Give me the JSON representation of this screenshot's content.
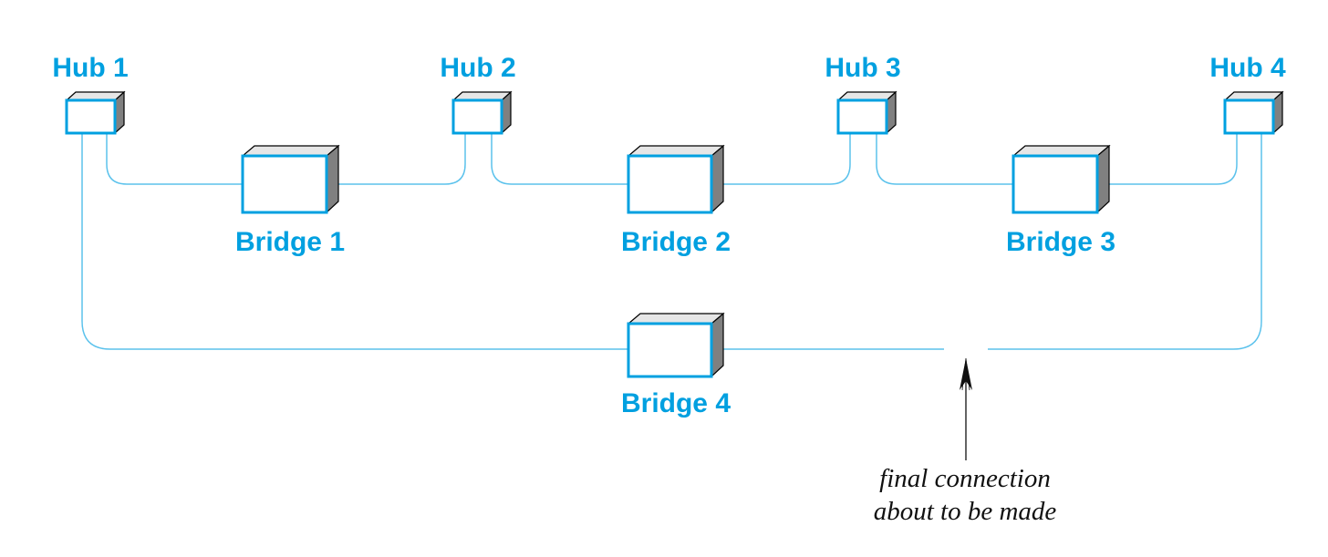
{
  "diagram": {
    "hubs": [
      {
        "label": "Hub 1"
      },
      {
        "label": "Hub 2"
      },
      {
        "label": "Hub 3"
      },
      {
        "label": "Hub 4"
      }
    ],
    "bridges": [
      {
        "label": "Bridge 1"
      },
      {
        "label": "Bridge 2"
      },
      {
        "label": "Bridge 3"
      },
      {
        "label": "Bridge 4"
      }
    ],
    "annotation": {
      "line1": "final connection",
      "line2": "about to be made"
    },
    "colors": {
      "accent": "#00a0e0",
      "line": "#5bc2ec",
      "box_top": "#e6e6e6",
      "box_side": "#808080",
      "arrow": "#111111"
    }
  }
}
